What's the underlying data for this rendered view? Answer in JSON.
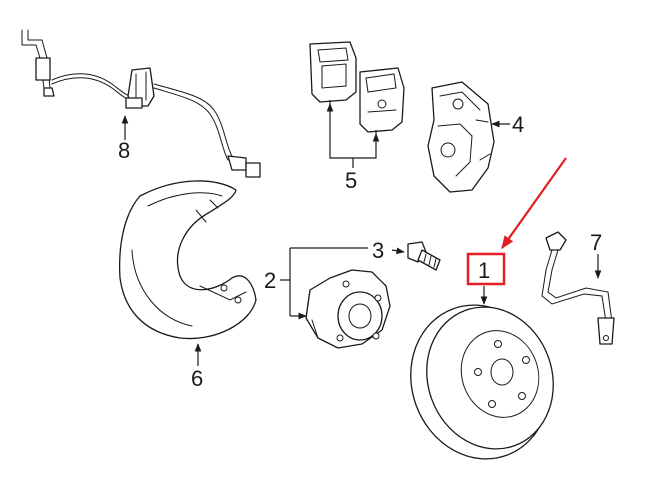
{
  "callouts": {
    "n1": "1",
    "n2": "2",
    "n3": "3",
    "n4": "4",
    "n5": "5",
    "n6": "6",
    "n7": "7",
    "n8": "8"
  },
  "colors": {
    "line": "#1a1a1a",
    "highlight": "#e31e24",
    "background": "#ffffff"
  }
}
